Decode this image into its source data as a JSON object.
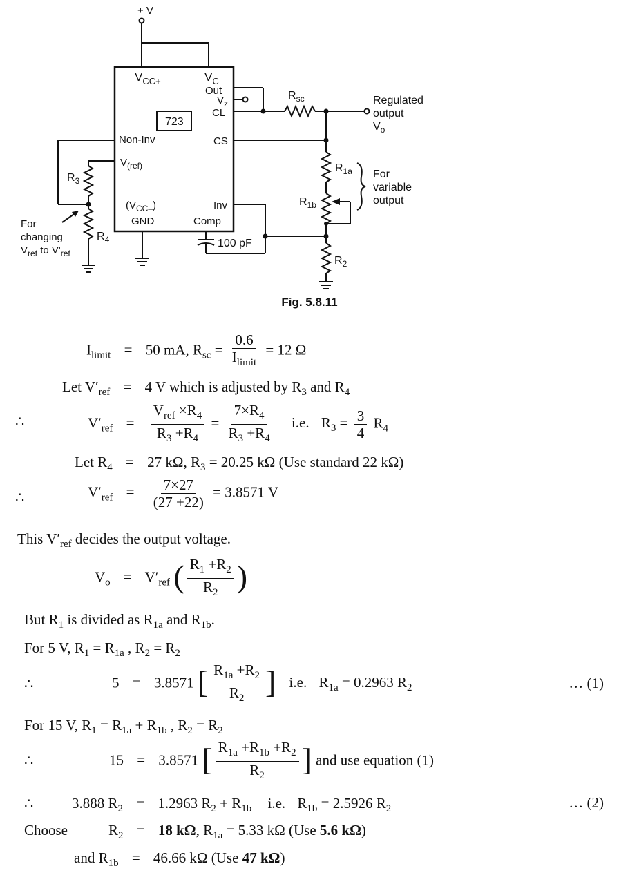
{
  "circuit": {
    "supply_label": "+ V",
    "ic_name": "723",
    "pins": {
      "vcc_plus": "V",
      "vcc_plus_sub": "CC+",
      "vc": "V",
      "vc_sub": "C",
      "out": "Out",
      "vz": "V",
      "vz_sub": "z",
      "cl": "CL",
      "cs": "CS",
      "noninv": "Non-Inv",
      "vref": "V",
      "vref_sub": "(ref)",
      "vcc_minus_open": "(V",
      "vcc_minus_sub": "CC–",
      "vcc_minus_close": ")",
      "gnd": "GND",
      "inv": "Inv",
      "comp": "Comp"
    },
    "rsc": "R",
    "rsc_sub": "sc",
    "output_label": [
      "Regulated",
      "output",
      "V"
    ],
    "output_sub": "o",
    "r1a": "R",
    "r1a_sub": "1a",
    "r1b": "R",
    "r1b_sub": "1b",
    "r2": "R",
    "r2_sub": "2",
    "r3": "R",
    "r3_sub": "3",
    "r4": "R",
    "r4_sub": "4",
    "variable_note": [
      "For",
      "variable",
      "output"
    ],
    "changing_note": [
      "For",
      "changing"
    ],
    "changing_vref": "V",
    "changing_vref_sub": "ref",
    "changing_to": " to V'",
    "changing_vref2_sub": "ref",
    "cap_label": "100 pF"
  },
  "figure_caption": "Fig. 5.8.11",
  "text": {
    "para_vref": "This V′",
    "para_vref_sub": "ref",
    "para_vref_rest": " decides the output voltage.",
    "r1_divided_a": "But R",
    "r1_divided_b": " is divided as R",
    "r1_divided_c": " and R",
    "r1_divided_d": ".",
    "for5": "For 5 V, R",
    "for15": "For 15 V, R",
    "choose": "Choose",
    "therefore": "∴",
    "eq1_no": "… (1)",
    "eq2_no": "… (2)",
    "ilimit_eq": "50 mA, R",
    "ilimit_result": "= 12 Ω",
    "let_vref": "Let V′",
    "let_vref_rhs": "4 V which is adjusted by R",
    "let_r4": "Let R",
    "let_r4_rhs": "27 kΩ, R",
    "let_r4_rhs2": " = 20.25 kΩ (Use standard 22 kΩ)",
    "vref_result": "= 3.8571 V",
    "ie": "i.e.",
    "use_eq1": "and use equation (1)",
    "r1a_result": "R",
    "r1a_result_rhs": " = 0.2963 R",
    "r1b_result_rhs": " = 2.5926 R",
    "eq2_lhs": "3.888 R",
    "eq2_rhs": "1.2963 R",
    "choose_r2": "18 kΩ",
    "choose_r1a": ", R",
    "choose_r1a_val": " = 5.33 kΩ (Use ",
    "choose_r1a_std": "5.6 kΩ",
    "and_r1b": "and R",
    "r1b_val": "46.66 kΩ (Use ",
    "r1b_std": "47 kΩ",
    "close_paren": ")"
  }
}
